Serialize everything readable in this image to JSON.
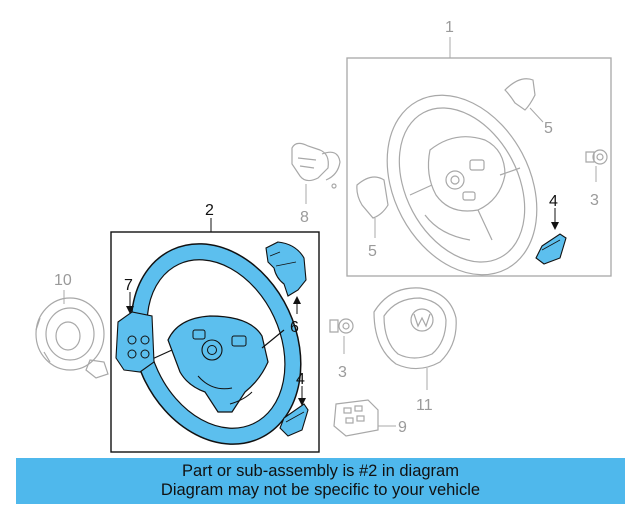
{
  "callouts": {
    "c1": "1",
    "c2": "2",
    "c3a": "3",
    "c3b": "3",
    "c4a": "4",
    "c4b": "4",
    "c5a": "5",
    "c5b": "5",
    "c6": "6",
    "c7": "7",
    "c8": "8",
    "c9": "9",
    "c10": "10",
    "c11": "11"
  },
  "banner": {
    "line1": "Part or sub-assembly is #2 in diagram",
    "line2": "Diagram may not be specific to your vehicle"
  },
  "colors": {
    "highlight": "#4fb8ec",
    "highlight_part": "#5cbfee",
    "ghost": "#a8a8a8"
  }
}
